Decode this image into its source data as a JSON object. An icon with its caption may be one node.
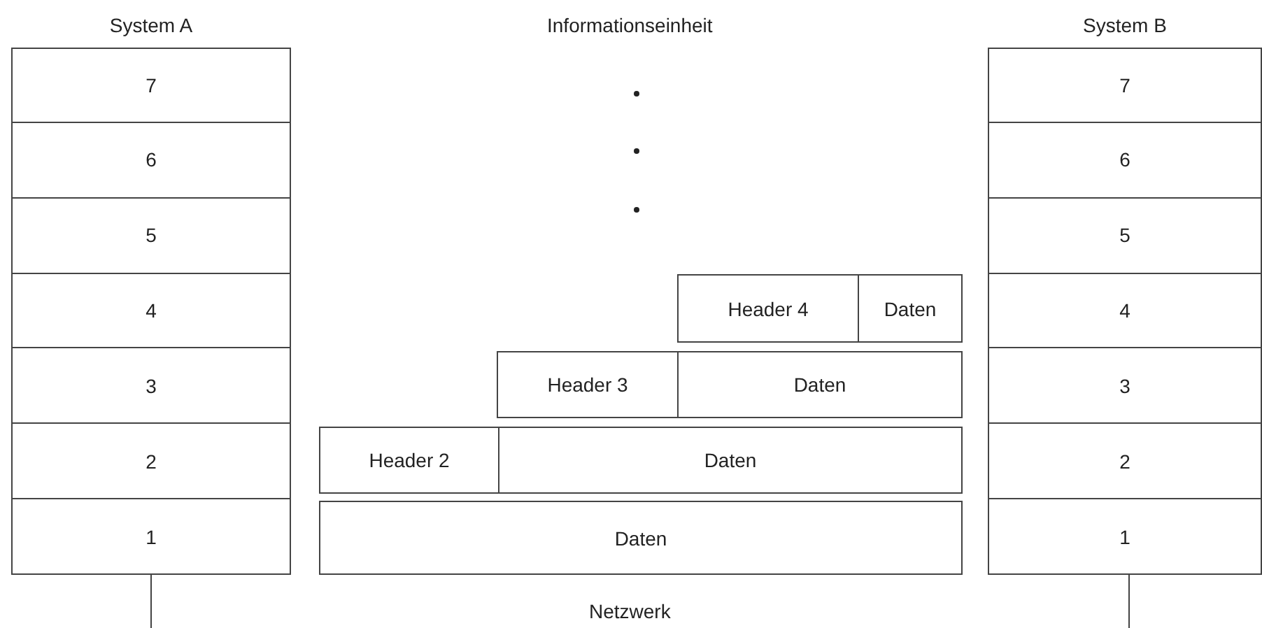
{
  "diagram": {
    "nodes": [
      {
        "text": [
          "System A"
        ]
      },
      {
        "text": [
          "7"
        ],
        "in": 0
      },
      {
        "text": [
          "6"
        ],
        "in": 0
      },
      {
        "text": [
          "5"
        ],
        "in": 0
      },
      {
        "text": [
          "4"
        ],
        "in": 0
      },
      {
        "text": [
          "3"
        ],
        "in": 0
      },
      {
        "text": [
          "2"
        ],
        "in": 0
      },
      {
        "text": [
          "1"
        ],
        "in": 0
      },
      {
        "text": [
          "Header 4"
        ]
      },
      {
        "text": [
          "Daten"
        ]
      },
      {
        "text": [
          "Header 3"
        ]
      },
      {
        "text": [
          "Daten"
        ]
      },
      {
        "text": [
          "Header 2"
        ]
      },
      {
        "text": [
          "Daten"
        ]
      },
      {
        "text": [
          "Daten"
        ]
      },
      {
        "text": [
          "System B"
        ]
      },
      {
        "text": [
          "7"
        ],
        "in": 15
      },
      {
        "text": [
          "6"
        ],
        "in": 15
      },
      {
        "text": [
          "5"
        ],
        "in": 15
      },
      {
        "text": [
          "4"
        ],
        "in": 15
      },
      {
        "text": [
          "3"
        ],
        "in": 15
      },
      {
        "text": [
          "2"
        ],
        "in": 15
      },
      {
        "text": [
          "1"
        ],
        "in": 15
      }
    ],
    "edges": [
      {
        "from": 7,
        "to": null,
        "arrow": "none"
      },
      {
        "from": 22,
        "to": null,
        "arrow": "none"
      }
    ],
    "labels": [
      "Informationseinheit",
      "Netzwerk"
    ]
  }
}
